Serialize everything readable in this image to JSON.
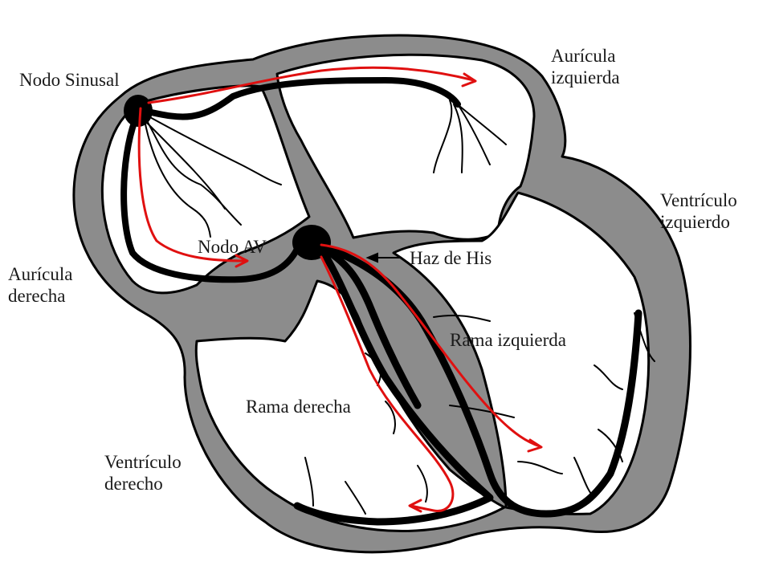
{
  "labels": {
    "nodo_sinusal": "Nodo Sinusal",
    "auricula_izquierda": [
      "Aurícula",
      "izquierda"
    ],
    "ventriculo_izquierdo": [
      "Ventrículo",
      "izquierdo"
    ],
    "nodo_av": "Nodo AV",
    "haz_de_his": "Haz de His",
    "auricula_derecha": [
      "Aurícula",
      "derecha"
    ],
    "rama_izquierda": "Rama izquierda",
    "rama_derecha": "Rama derecha",
    "ventriculo_derecho": [
      "Ventrículo",
      "derecho"
    ]
  },
  "colors": {
    "wall": "#8c8c8c",
    "conduction": "#000000",
    "impulse": "#e01010",
    "text": "#1a1a1a"
  }
}
